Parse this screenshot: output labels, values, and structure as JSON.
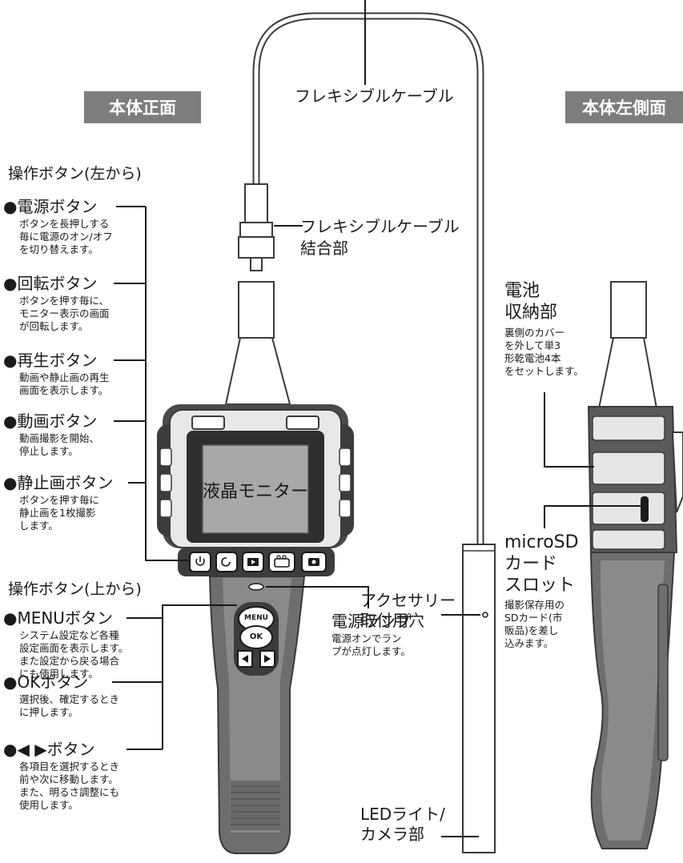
{
  "headers": {
    "front": "本体正面",
    "side": "本体左側面"
  },
  "cable": {
    "label": "フレキシブルケーブル",
    "joint_label": "フレキシブルケーブル\n結合部"
  },
  "button_groups": {
    "left_heading": "操作ボタン(左から)",
    "top_heading": "操作ボタン(上から)"
  },
  "front_buttons": [
    {
      "name": "●電源ボタン",
      "desc": "ボタンを長押しする\n毎に電源のオン/オフ\nを切り替えます。",
      "icon": "power-icon"
    },
    {
      "name": "●回転ボタン",
      "desc": "ボタンを押す毎に、\nモニター表示の画面\nが回転します。",
      "icon": "rotate-icon"
    },
    {
      "name": "●再生ボタン",
      "desc": "動画や静止画の再生\n画面を表示します。",
      "icon": "play-icon"
    },
    {
      "name": "●動画ボタン",
      "desc": "動画撮影を開始、\n停止します。",
      "icon": "video-icon"
    },
    {
      "name": "●静止画ボタン",
      "desc": "ボタンを押す毎に\n静止画を1枚撮影\nします。",
      "icon": "camera-icon"
    }
  ],
  "top_buttons": [
    {
      "name": "●MENUボタン",
      "desc": "システム設定など各種\n設定画面を表示します。\nまた設定から戻る場合\nにも使用します。"
    },
    {
      "name": "●OKボタン",
      "desc": "選択後、確定するとき\nに押します。"
    },
    {
      "name": "●◀ ▶ボタン",
      "desc": "各項目を選択するとき\n前や次に移動します。\nまた、明るさ調整にも\n使用します。"
    }
  ],
  "monitor": {
    "label": "液晶モニター"
  },
  "keypad": {
    "menu": "MENU",
    "ok": "OK"
  },
  "power_lamp": {
    "name": "電源ランプ",
    "desc": "電源オンでラン\nプが点灯します。"
  },
  "accessory_hole": {
    "label": "アクセサリー\n取付用穴"
  },
  "led_camera": {
    "label": "LEDライト/\nカメラ部"
  },
  "battery": {
    "name": "電池\n収納部",
    "desc": "裏側のカバー\nを外して単3\n形乾電池4本\nをセットします。"
  },
  "microsd": {
    "name": "microSD\nカード\nスロット",
    "desc": "撮影保存用の\nSDカード(市\n販品)を差し\n込みます。"
  },
  "colors": {
    "header_bg": "#7d7d7d",
    "device_dark": "#3c3c3c",
    "device_mid": "#8a8a8a",
    "monitor": "#a8a8a8",
    "line": "#1a1a1a"
  }
}
